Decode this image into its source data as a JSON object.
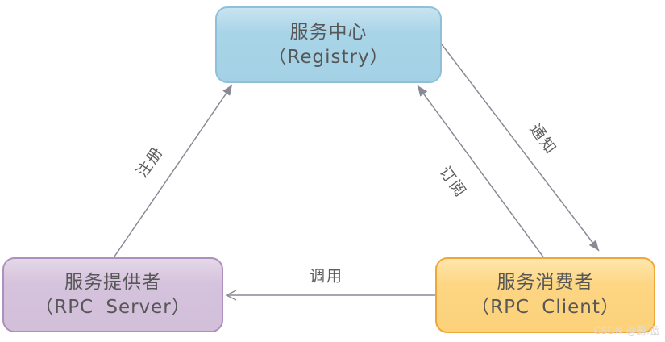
{
  "diagram": {
    "nodes": {
      "registry": {
        "title": "服务中心",
        "subtitle": "（Registry）"
      },
      "server": {
        "title": "服务提供者",
        "subtitle": "（RPC Server）"
      },
      "client": {
        "title": "服务消费者",
        "subtitle": "（RPC Client）"
      }
    },
    "edges": {
      "register": {
        "label": "注册",
        "from": "服务提供者",
        "to": "服务中心"
      },
      "subscribe": {
        "label": "订阅",
        "from": "服务消费者",
        "to": "服务中心"
      },
      "notify": {
        "label": "通知",
        "from": "服务中心",
        "to": "服务消费者"
      },
      "invoke": {
        "label": "调用",
        "from": "服务消费者",
        "to": "服务提供者"
      }
    },
    "colors": {
      "registry_fill": "#a8d4e7",
      "registry_border": "#8fc0d8",
      "server_fill": "#d5c2dc",
      "server_border": "#af8fbd",
      "client_fill": "#fdd684",
      "client_border": "#f0a73a",
      "arrow": "#8a8a96",
      "node_text": "#575757",
      "label_text": "#5e5e5e"
    },
    "watermark": "CSDN @蔚.蓝"
  }
}
